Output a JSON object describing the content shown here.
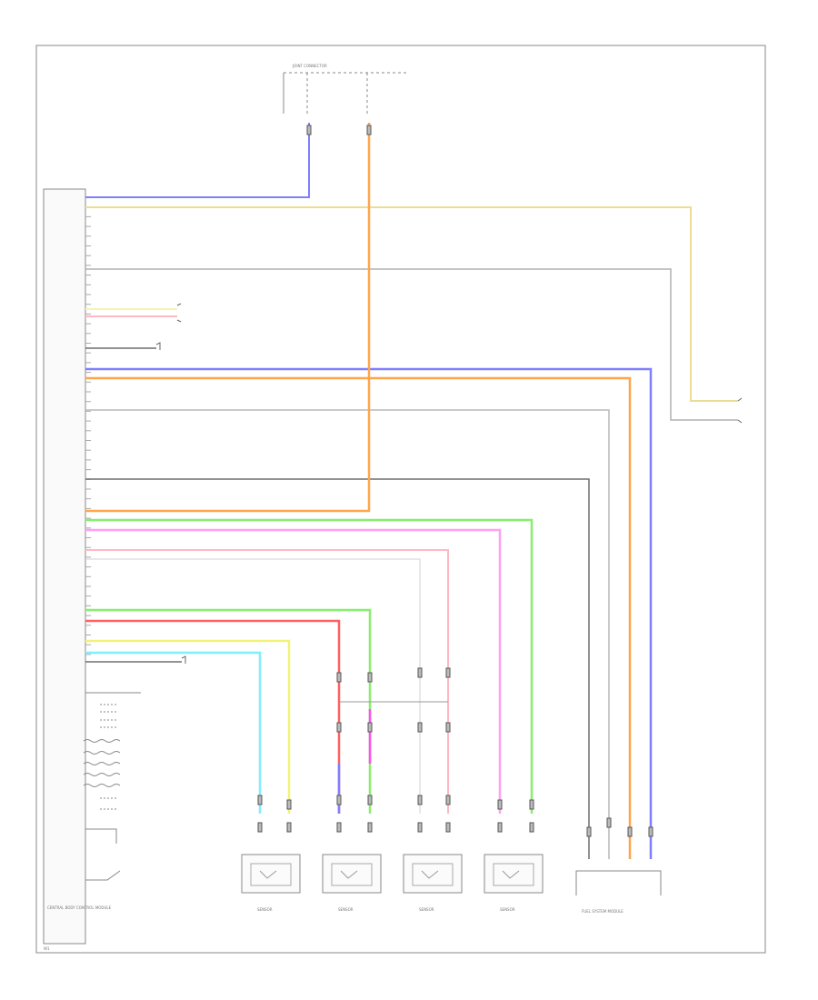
{
  "colors": {
    "black": "#6e6e6e",
    "gray": "#9a9a9a",
    "light_gray": "#c4c4c4",
    "blue": "#7f7fff",
    "yellow": "#ecdd95",
    "yellow_bright": "#f2f27a",
    "orange": "#ffa54a",
    "green": "#88ee6e",
    "pink": "#ff9ff4",
    "red": "#ff6060",
    "light_red": "#ffb7c4",
    "cyan": "#7fefff",
    "pale_yellow": "#f6f2b0"
  },
  "labels": {
    "top_connector": "JOINT CONNECTOR",
    "left_module": "CENTRAL BODY CONTROL MODULE",
    "bottom_right_module": "FUEL SYSTEM MODULE",
    "sensor_1": "SENSOR",
    "sensor_2": "SENSOR",
    "sensor_3": "SENSOR",
    "sensor_4": "SENSOR",
    "footer": "W1"
  }
}
